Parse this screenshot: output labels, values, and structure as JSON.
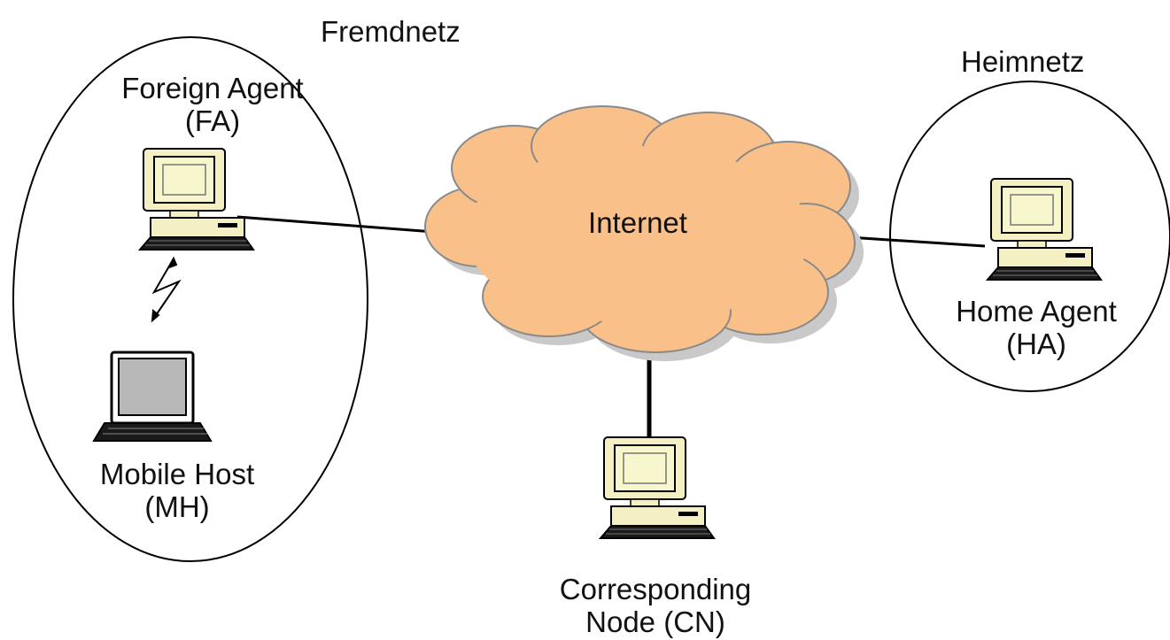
{
  "regions": {
    "foreign_network": "Fremdnetz",
    "home_network": "Heimnetz"
  },
  "cloud": {
    "label": "Internet",
    "fill": "#F9C08A",
    "stroke": "#8A8A8A"
  },
  "nodes": {
    "foreign_agent": {
      "line1": "Foreign Agent",
      "line2": "(FA)"
    },
    "mobile_host": {
      "line1": "Mobile Host",
      "line2": "(MH)"
    },
    "home_agent": {
      "line1": "Home Agent",
      "line2": "(HA)"
    },
    "corresponding_node": {
      "line1": "Corresponding",
      "line2": "Node (CN)"
    }
  },
  "colors": {
    "computer_beige": "#F4F0C4",
    "screen": "#F8F6CC",
    "laptop_screen": "#B8B8B8",
    "outline": "#000000",
    "cloud_shadow": "#C9C9C9"
  }
}
